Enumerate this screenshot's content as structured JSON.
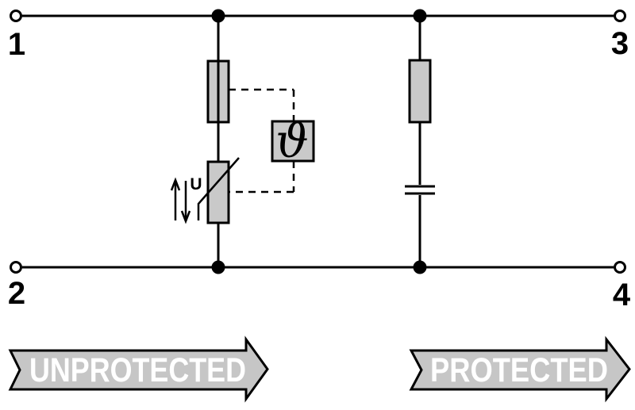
{
  "diagram": {
    "terminals": [
      {
        "label": "1",
        "position": "top-left"
      },
      {
        "label": "2",
        "position": "bottom-left"
      },
      {
        "label": "3",
        "position": "top-right"
      },
      {
        "label": "4",
        "position": "bottom-right"
      }
    ],
    "components": {
      "fuse": {
        "icon": "thermal-fuse-icon"
      },
      "varistor": {
        "icon": "varistor-icon",
        "voltage_label": "U"
      },
      "thermal_monitor": {
        "icon": "temperature-monitor-icon",
        "symbol": "ϑ"
      },
      "resistor": {
        "icon": "resistor-icon"
      },
      "capacitor": {
        "icon": "capacitor-icon"
      }
    },
    "banners": [
      {
        "label": "UNPROTECTED",
        "side": "left"
      },
      {
        "label": "PROTECTED",
        "side": "right"
      }
    ],
    "colors": {
      "line": "#000000",
      "component_fill": "#c9c9c9",
      "banner_fill": "#c6c6c6",
      "banner_text": "#ffffff",
      "background": "#ffffff"
    }
  }
}
